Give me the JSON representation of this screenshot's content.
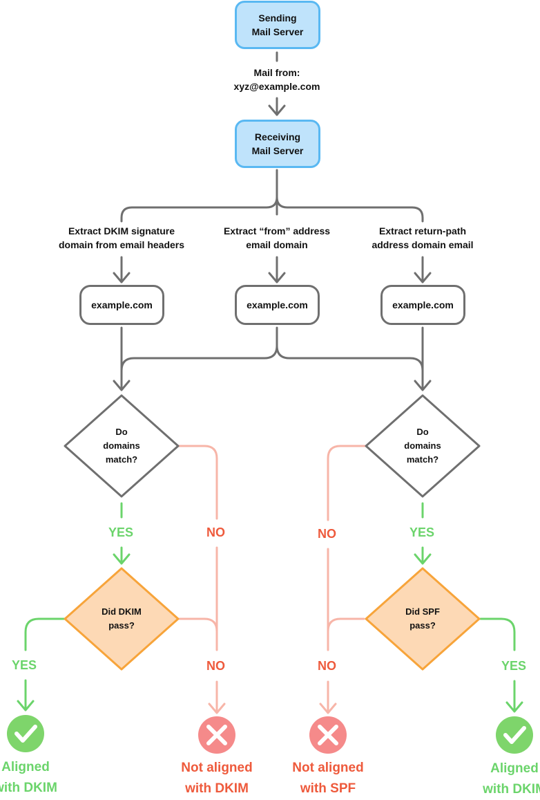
{
  "sending_server": {
    "line1": "Sending",
    "line2": "Mail Server"
  },
  "mail_from": {
    "line1": "Mail from:",
    "line2": "xyz@example.com"
  },
  "receiving_server": {
    "line1": "Receiving",
    "line2": "Mail Server"
  },
  "extract_dkim": {
    "line1": "Extract DKIM signature",
    "line2": "domain from email headers"
  },
  "extract_from": {
    "line1": "Extract “from” address",
    "line2": "email domain"
  },
  "extract_return": {
    "line1": "Extract return-path",
    "line2": "address domain email"
  },
  "domains": {
    "left": "example.com",
    "center": "example.com",
    "right": "example.com"
  },
  "match_left": {
    "line1": "Do",
    "line2": "domains",
    "line3": "match?"
  },
  "match_right": {
    "line1": "Do",
    "line2": "domains",
    "line3": "match?"
  },
  "dkim_check": {
    "line1": "Did DKIM",
    "line2": "pass?"
  },
  "spf_check": {
    "line1": "Did SPF",
    "line2": "pass?"
  },
  "labels": {
    "yes": "YES",
    "no": "NO"
  },
  "results": {
    "aligned_dkim": {
      "line1": "Aligned",
      "line2": "with DKIM"
    },
    "not_aligned_dkim": {
      "line1": "Not aligned",
      "line2": "with DKIM"
    },
    "not_aligned_spf": {
      "line1": "Not aligned",
      "line2": "with SPF"
    },
    "aligned_spf": {
      "line1": "Aligned",
      "line2": "with DKIM"
    }
  },
  "colors": {
    "server_fill": "#bfe3fb",
    "server_stroke": "#59b8f2",
    "gray_stroke": "#6f6f6f",
    "orange_fill": "#fdd9b5",
    "orange_stroke": "#f7a43a",
    "yes_green": "#6bd46b",
    "no_red": "#ee5a3c",
    "no_line": "#f7b5a8",
    "check_circle": "#7ed56b",
    "cross_circle": "#f58a8a"
  },
  "icons": [
    "check-icon",
    "cross-icon"
  ]
}
